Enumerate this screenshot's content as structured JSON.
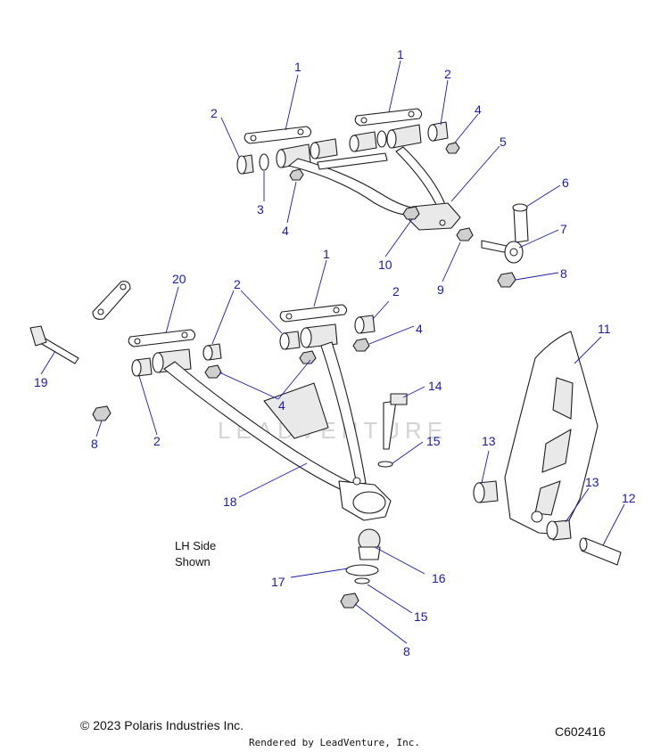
{
  "watermark": "LEADVENTURE",
  "note": {
    "line1": "LH Side",
    "line2": "Shown"
  },
  "footer": {
    "copyright": "© 2023 Polaris Industries Inc.",
    "diagram_code": "C602416",
    "rendered_by": "Rendered by LeadVenture, Inc."
  },
  "callouts": {
    "upper_1a": "1",
    "upper_1b": "1",
    "upper_2a": "2",
    "upper_2b": "2",
    "upper_3": "3",
    "upper_4a": "4",
    "upper_4b": "4",
    "upper_5": "5",
    "upper_6": "6",
    "upper_7": "7",
    "upper_8": "8",
    "upper_9": "9",
    "upper_10": "10",
    "lower_1": "1",
    "lower_20": "20",
    "lower_2a": "2",
    "lower_2b": "2",
    "lower_2c": "2",
    "lower_4a": "4",
    "lower_4b": "4",
    "lower_19": "19",
    "lower_8a": "8",
    "lower_14": "14",
    "lower_15a": "15",
    "lower_18": "18",
    "lower_16": "16",
    "lower_17": "17",
    "lower_15b": "15",
    "lower_8b": "8",
    "knuckle_11": "11",
    "knuckle_13a": "13",
    "knuckle_13b": "13",
    "knuckle_12": "12"
  }
}
